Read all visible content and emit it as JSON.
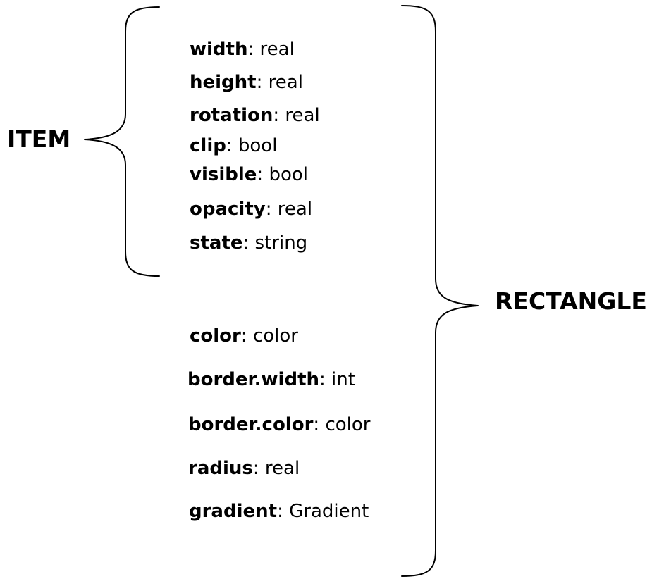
{
  "groups": {
    "item": {
      "label": "ITEM",
      "properties": [
        {
          "name": "width",
          "type": "real"
        },
        {
          "name": "height",
          "type": "real"
        },
        {
          "name": "rotation",
          "type": "real"
        },
        {
          "name": "clip",
          "type": "bool"
        },
        {
          "name": "visible",
          "type": "bool"
        },
        {
          "name": "opacity",
          "type": "real"
        },
        {
          "name": "state",
          "type": "string"
        }
      ]
    },
    "rectangle": {
      "label": "RECTANGLE",
      "properties": [
        {
          "name": "color",
          "type": "color"
        },
        {
          "name": "border.width",
          "type": "int"
        },
        {
          "name": "border.color",
          "type": "color"
        },
        {
          "name": "radius",
          "type": "real"
        },
        {
          "name": "gradient",
          "type": "Gradient"
        }
      ]
    }
  },
  "separator": ": ",
  "colors": {
    "stroke": "#000000",
    "text": "#000000",
    "background": "#ffffff"
  }
}
